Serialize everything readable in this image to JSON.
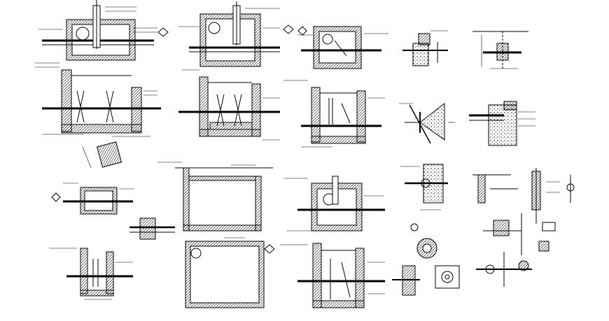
{
  "drawing": {
    "line_color": "#000000",
    "background": "#ffffff",
    "hatch_color": "#000000"
  },
  "details": [
    {
      "id": "chamber-plan-1",
      "kind": "valve-chamber-plan"
    },
    {
      "id": "chamber-section-1",
      "kind": "valve-chamber-section"
    },
    {
      "id": "chamber-plan-2",
      "kind": "valve-chamber-plan"
    },
    {
      "id": "chamber-section-2",
      "kind": "valve-chamber-section"
    },
    {
      "id": "chamber-plan-3",
      "kind": "valve-chamber-plan"
    },
    {
      "id": "chamber-section-3",
      "kind": "valve-chamber-section"
    },
    {
      "id": "pipe-detail-1",
      "kind": "pipe-wall-detail"
    },
    {
      "id": "pipe-detail-2",
      "kind": "pipe-support-detail"
    },
    {
      "id": "thrust-block-1",
      "kind": "thrust-block"
    },
    {
      "id": "thrust-block-2",
      "kind": "thrust-block"
    },
    {
      "id": "tank-section",
      "kind": "tank-section"
    },
    {
      "id": "tank-plan",
      "kind": "tank-plan"
    },
    {
      "id": "small-chamber-plan",
      "kind": "valve-chamber-plan"
    },
    {
      "id": "small-chamber-section",
      "kind": "valve-chamber-section"
    },
    {
      "id": "chamber-plan-4",
      "kind": "valve-chamber-plan"
    },
    {
      "id": "chamber-section-4",
      "kind": "valve-chamber-section"
    },
    {
      "id": "cover-detail",
      "kind": "manhole-cover"
    },
    {
      "id": "fittings-detail",
      "kind": "pipe-fittings"
    }
  ]
}
